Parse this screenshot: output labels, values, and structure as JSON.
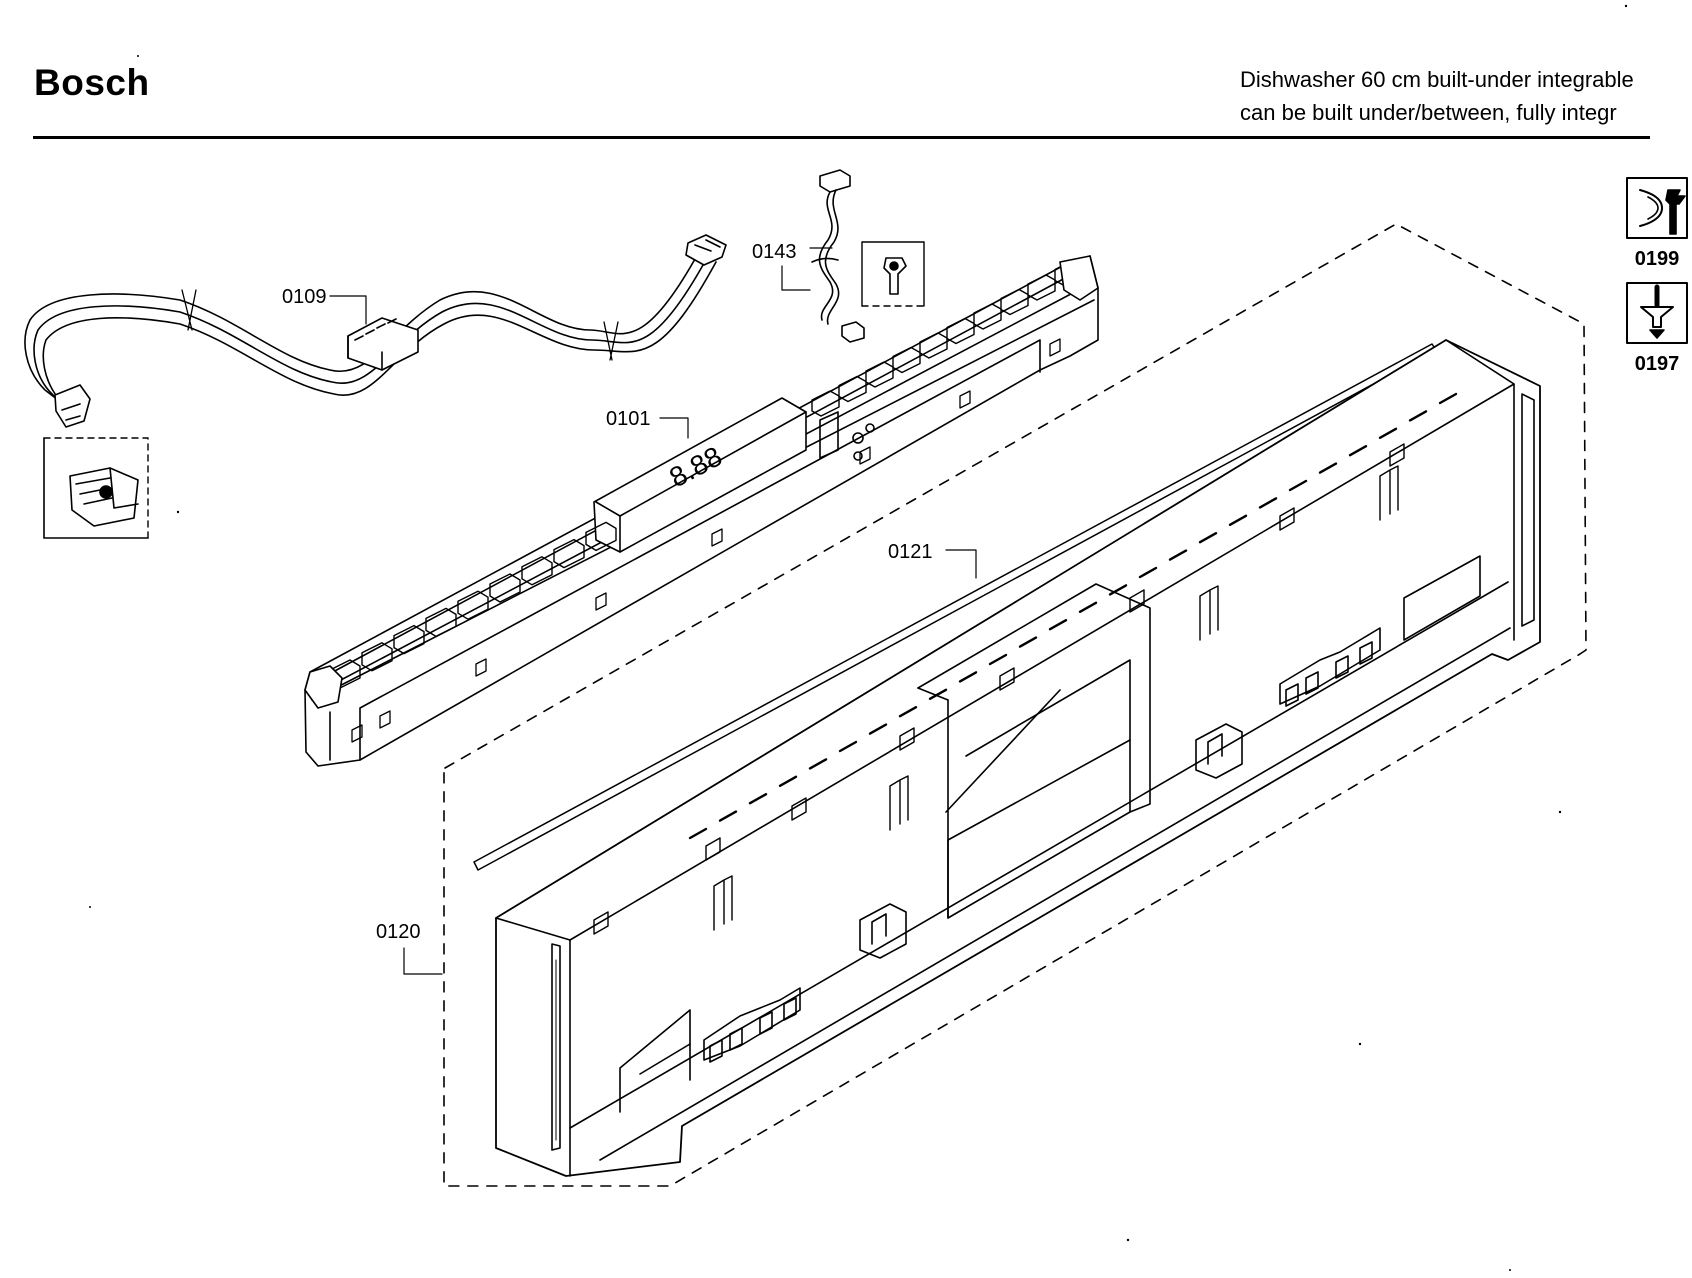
{
  "header": {
    "brand": "Bosch",
    "description_line1": "Dishwasher 60 cm built-under integrable",
    "description_line2": "can be built under/between, fully integr"
  },
  "parts": [
    {
      "id": "p0109",
      "number": "0109"
    },
    {
      "id": "p0143",
      "number": "0143"
    },
    {
      "id": "p0101",
      "number": "0101"
    },
    {
      "id": "p0121",
      "number": "0121"
    },
    {
      "id": "p0120",
      "number": "0120"
    }
  ],
  "tools": [
    {
      "number": "0199",
      "icon": "wrench-icon"
    },
    {
      "number": "0197",
      "icon": "screwdriver-icon"
    }
  ],
  "display_text": "8.88"
}
